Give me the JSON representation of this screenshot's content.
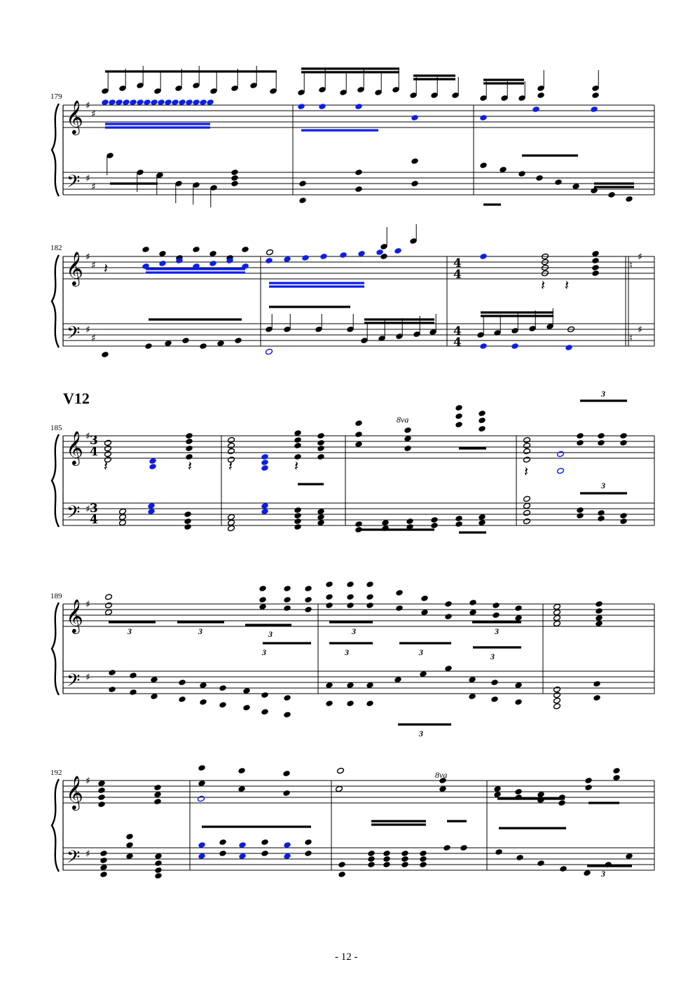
{
  "page": {
    "number_label": "- 12 -"
  },
  "rehearsal_mark": "V12",
  "ottava_label": "8va",
  "tuplet_label": "3",
  "colors": {
    "ink": "#000000",
    "highlight": "#0b1ee8"
  },
  "clefs": {
    "treble": "treble-clef",
    "bass": "bass-clef"
  },
  "systems": [
    {
      "first_measure": "179",
      "measures": 3,
      "key_sharps": 2,
      "time_sig": null
    },
    {
      "first_measure": "182",
      "measures": 3,
      "key_sharps": 2,
      "time_sig": "4/4"
    },
    {
      "first_measure": "185",
      "measures": 4,
      "key_sharps": 1,
      "time_sig": "3/4"
    },
    {
      "first_measure": "189",
      "measures": 3,
      "key_sharps": 1,
      "time_sig": null
    },
    {
      "first_measure": "192",
      "measures": 4,
      "key_sharps": 1,
      "time_sig": null
    }
  ],
  "time_signatures": {
    "s2": {
      "num": "4",
      "den": "4"
    },
    "s3": {
      "num": "3",
      "den": "4"
    }
  }
}
